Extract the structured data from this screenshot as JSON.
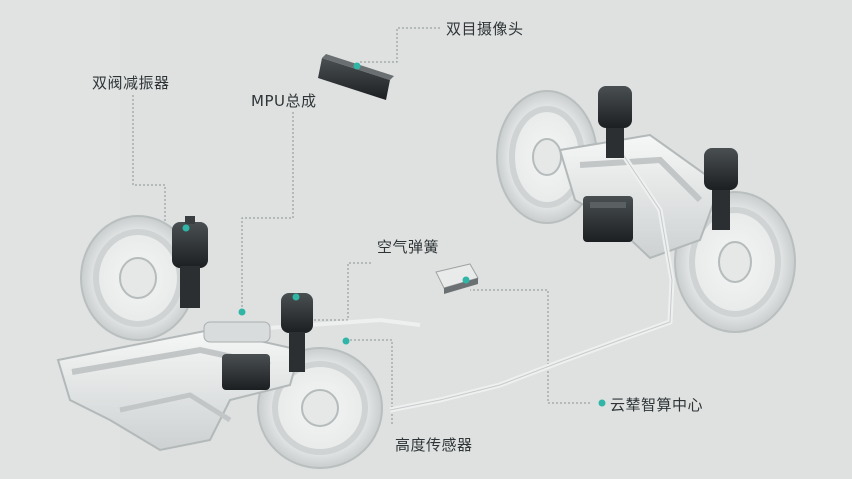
{
  "labels": {
    "dual_valve_damper": "双阀减振器",
    "mpu_assembly": "MPU总成",
    "stereo_camera": "双目摄像头",
    "air_spring": "空气弹簧",
    "cloud_chariot_center": "云辇智算中心",
    "height_sensor": "高度传感器"
  },
  "colors": {
    "accent": "#31b5a6",
    "leader_line": "#8a9294",
    "label_text": "#2f3537",
    "background": "#dcdfdf"
  }
}
